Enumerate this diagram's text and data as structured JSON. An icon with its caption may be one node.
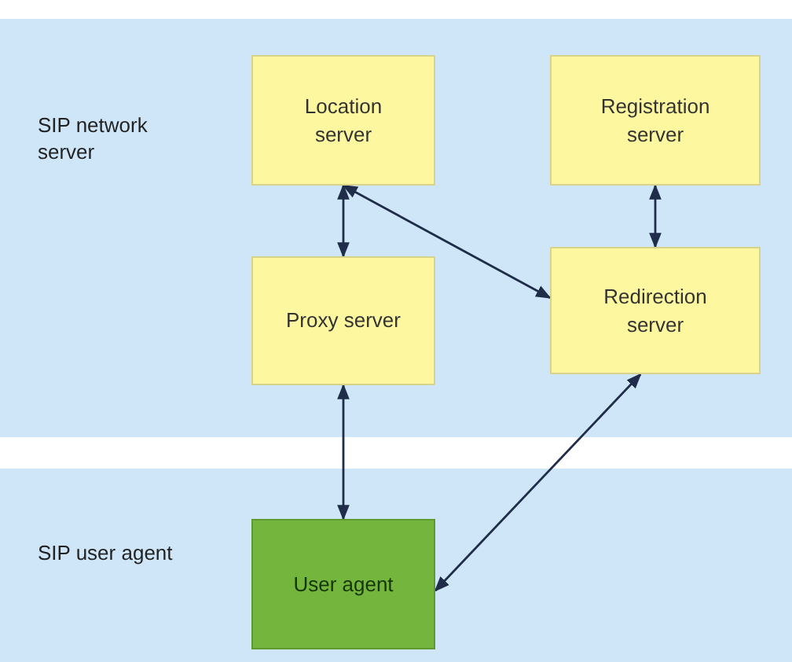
{
  "diagram": {
    "nodes": [
      {
        "text": [
          "SIP network server"
        ]
      },
      {
        "text": [
          "Location server"
        ],
        "in": 0
      },
      {
        "text": [
          "Registration server"
        ],
        "in": 0
      },
      {
        "text": [
          "Proxy server"
        ],
        "in": 0
      },
      {
        "text": [
          "Redirection server"
        ],
        "in": 0
      },
      {
        "text": [
          "SIP user agent"
        ]
      },
      {
        "text": [
          "User agent"
        ],
        "in": 5
      }
    ],
    "edges": [
      {
        "from": 1,
        "to": 3,
        "arrow": "both"
      },
      {
        "from": 2,
        "to": 4,
        "arrow": "both"
      },
      {
        "from": 1,
        "to": 4,
        "arrow": "both"
      },
      {
        "from": 3,
        "to": 6,
        "arrow": "both"
      },
      {
        "from": 4,
        "to": 6,
        "arrow": "both"
      }
    ]
  }
}
